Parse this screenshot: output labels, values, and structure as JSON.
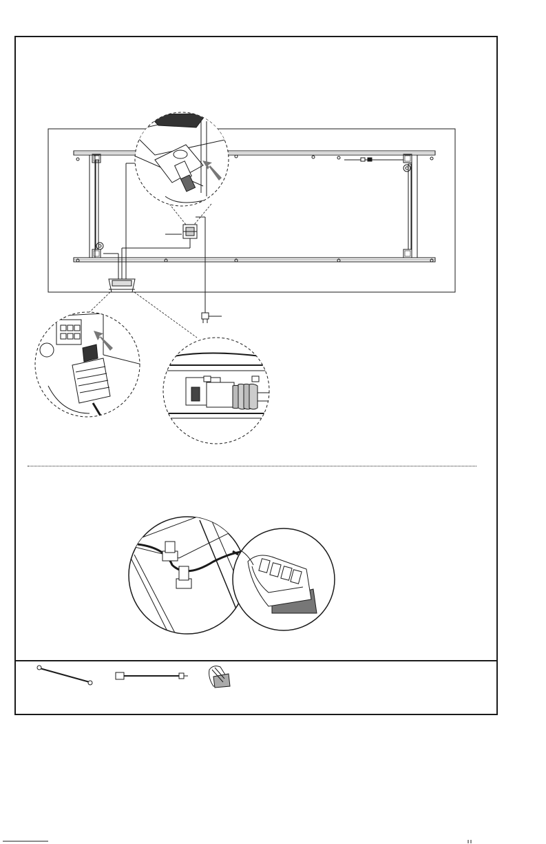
{
  "page": {
    "background": "#ffffff",
    "line_color": "#1a1a1a"
  },
  "figure_1": {
    "elements": [
      "mirror-panel",
      "mounting-frame",
      "power-supply-module",
      "plug-connector",
      "junction-box",
      "detail-inset-plug-insert",
      "detail-inset-connector-socket",
      "detail-inset-cable-clip"
    ]
  },
  "figure_2": {
    "elements": [
      "cable-clip-detail",
      "clip-magnified-inset"
    ]
  },
  "parts": [
    {
      "icon": "cable-tie-icon"
    },
    {
      "icon": "power-cable-icon"
    },
    {
      "icon": "cable-clip-icon"
    }
  ]
}
